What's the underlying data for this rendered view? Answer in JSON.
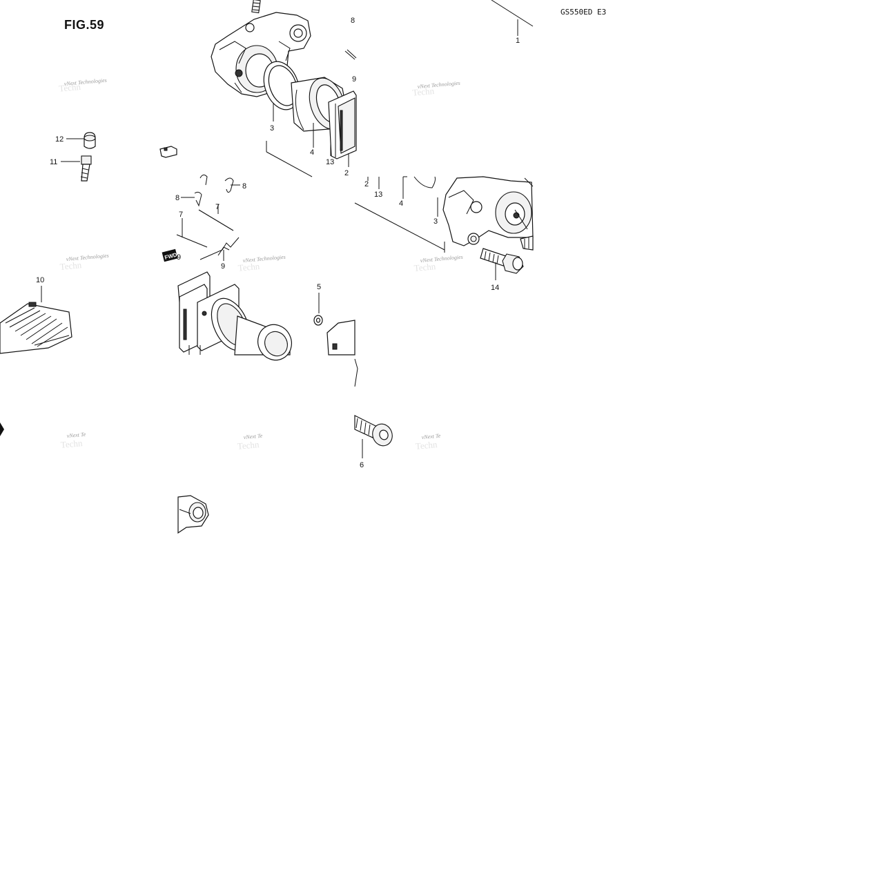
{
  "header": {
    "figure_label": "FIG.59",
    "model_code": "GS550ED E3"
  },
  "watermark": {
    "line1": "vNext Technologies",
    "line2": "Techn",
    "line3": "vNext Te"
  },
  "badge": {
    "fwd": "FWD"
  },
  "callouts": {
    "c1": "1",
    "c2a": "2",
    "c2b": "2",
    "c3a": "3",
    "c3b": "3",
    "c4a": "4",
    "c4b": "4",
    "c5": "5",
    "c6": "6",
    "c7a": "7",
    "c7b": "7",
    "c8a": "8",
    "c8b": "8",
    "c8c": "8",
    "c9a": "9",
    "c9b": "9",
    "c9c": "9",
    "c10": "10",
    "c11": "11",
    "c12": "12",
    "c13a": "13",
    "c13b": "13",
    "c14": "14"
  },
  "icons": {
    "caliper": "brake-caliper-icon",
    "piston": "caliper-piston-icon",
    "seal": "piston-seal-icon",
    "pad": "brake-pad-icon",
    "bolt": "mounting-bolt-icon",
    "pin": "pad-pin-icon",
    "clip": "pin-clip-icon",
    "spring": "pad-spring-icon",
    "bleeder": "bleeder-valve-icon",
    "cap": "bleeder-cap-icon",
    "padset": "pad-set-icon"
  }
}
